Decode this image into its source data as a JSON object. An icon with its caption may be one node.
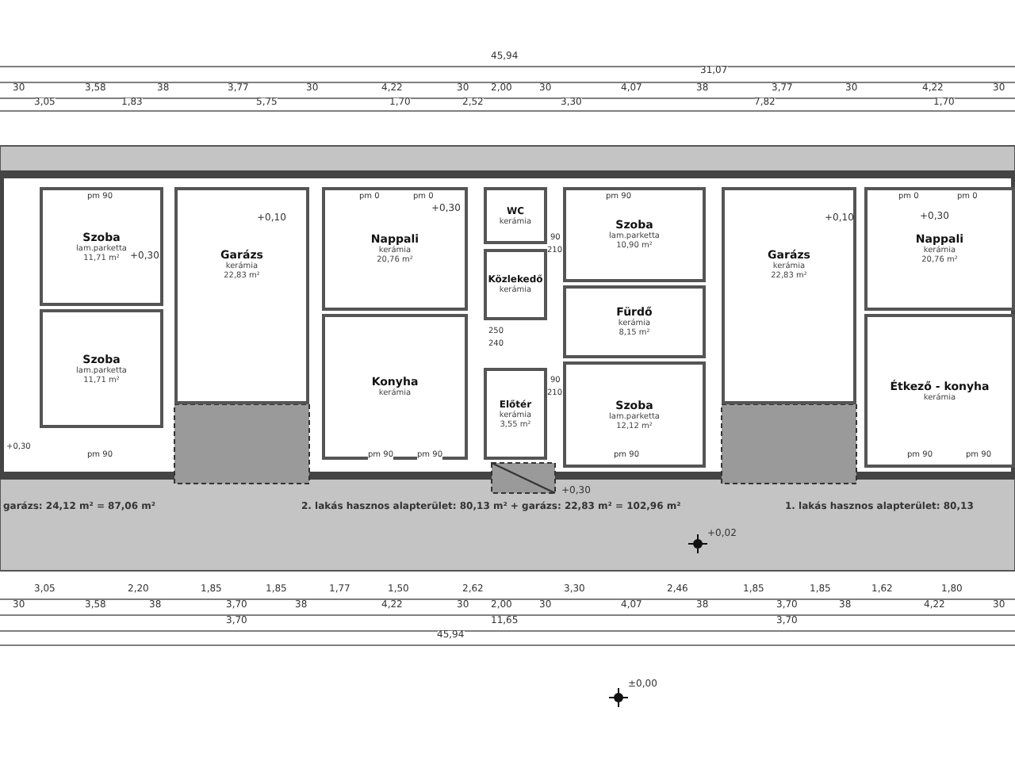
{
  "diagram": {
    "nodes": [
      {
        "text": [
          "Szoba",
          "lam.parketta",
          "11,71 m²"
        ]
      },
      {
        "text": [
          "Szoba",
          "lam.parketta",
          "11,71 m²"
        ]
      },
      {
        "text": [
          "Garázs",
          "kerámia",
          "22,83 m²"
        ]
      },
      {
        "text": [
          "Nappali",
          "kerámia",
          "20,76 m²"
        ]
      },
      {
        "text": [
          "Konyha",
          "kerámia"
        ]
      },
      {
        "text": [
          "WC",
          "kerámia"
        ]
      },
      {
        "text": [
          "Közlekedő",
          "kerámia"
        ]
      },
      {
        "text": [
          "Előtér",
          "kerámia",
          "3,55 m²"
        ]
      },
      {
        "text": [
          "Szoba",
          "lam.parketta",
          "10,90 m²"
        ]
      },
      {
        "text": [
          "Fürdő",
          "kerámia",
          "8,15 m²"
        ]
      },
      {
        "text": [
          "Szoba",
          "lam.parketta",
          "12,12 m²"
        ]
      },
      {
        "text": [
          "Garázs",
          "kerámia",
          "22,83 m²"
        ]
      },
      {
        "text": [
          "Nappali",
          "kerámia",
          "20,76 m²"
        ]
      },
      {
        "text": [
          "Étkező - konyha",
          "kerámia"
        ]
      }
    ],
    "labels": [
      "45,94",
      "31,07",
      "30",
      "3,58",
      "38",
      "3,77",
      "30",
      "4,22",
      "30",
      "2,00",
      "30",
      "4,07",
      "38",
      "3,77",
      "30",
      "4,22",
      "30",
      "3,05",
      "1,83",
      "5,75",
      "1,70",
      "2,52",
      "3,30",
      "7,82",
      "1,70",
      "pm 90",
      "pm 0",
      "pm 0",
      "pm 90",
      "pm 0",
      "pm 0",
      "+0,30",
      "+0,10",
      "+0,30",
      "+0,10",
      "+0,30",
      "90",
      "210",
      "250",
      "240",
      "90",
      "210",
      "pm 90",
      "pm 90",
      "pm 90",
      "pm 90",
      "pm 90",
      "pm 90",
      "+0,30",
      "+0,30",
      "garázs: 24,12 m² =  87,06 m²",
      "2. lakás hasznos alapterület: 80,13 m² + garázs: 22,83 m² =  102,96 m²",
      "+0,02",
      "1. lakás hasznos alapterület: 80,13",
      "3,05",
      "2,20",
      "1,85",
      "1,85",
      "1,77",
      "1,50",
      "2,62",
      "3,30",
      "2,46",
      "1,85",
      "1,85",
      "1,62",
      "1,80",
      "30",
      "3,58",
      "38",
      "3,70",
      "38",
      "4,22",
      "30",
      "2,00",
      "30",
      "4,07",
      "38",
      "3,70",
      "38",
      "4,22",
      "30",
      "3,70",
      "11,65",
      "3,70",
      "45,94",
      "±0,00"
    ]
  }
}
